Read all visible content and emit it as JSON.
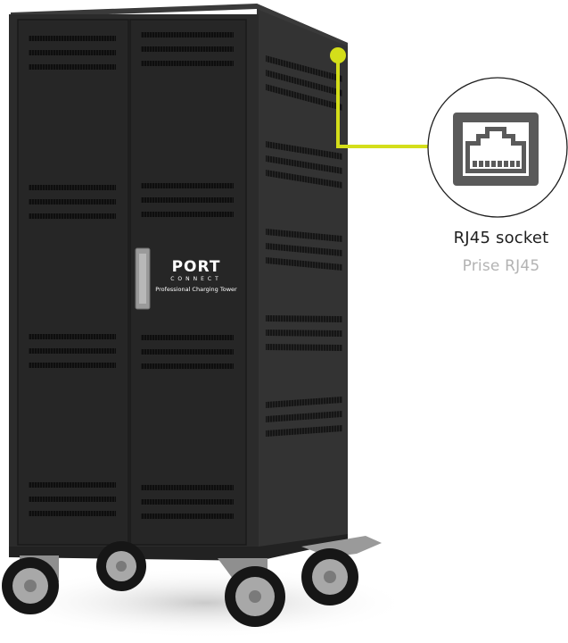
{
  "product": {
    "name": "Professional Charging Tower",
    "brand_line1": "PORT",
    "brand_line2": "CONNECT",
    "brand_tagline": "Professional Charging Tower",
    "body_color": "#2b2b2b",
    "door_color": "#262626"
  },
  "callout": {
    "icon": "rj45-ethernet-port-icon",
    "label_en": "RJ45 socket",
    "label_fr": "Prise RJ45",
    "accent_color": "#d4de1a",
    "icon_color": "#5a5a5a"
  }
}
